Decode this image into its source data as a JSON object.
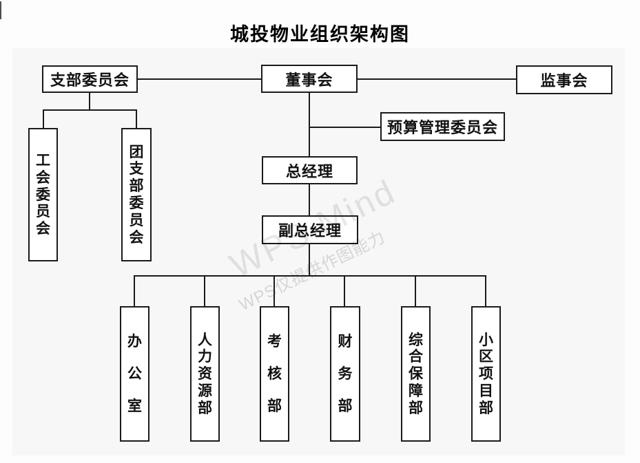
{
  "title": "城投物业组织架构图",
  "watermark": {
    "line1": "WPS Mind",
    "line2": "WPS仅提供作图能力"
  },
  "nodes": {
    "branch_committee": "支部委员会",
    "board": "董事会",
    "supervisory_board": "监事会",
    "budget_committee": "预算管理委员会",
    "general_manager": "总经理",
    "deputy_general_manager": "副总经理",
    "union_committee": "工会委员会",
    "youth_league_branch_committee": "团支部委员会",
    "departments": [
      "办公室",
      "人力资源部",
      "考核部",
      "财务部",
      "综合保障部",
      "小区项目部"
    ]
  },
  "colors": {
    "line": "#1a1a1a",
    "box_border": "#1a1a1a",
    "box_fill": "#ffffff",
    "canvas_bg": "#f7f7f7",
    "page_bg": "#fdfdfd",
    "watermark_gray": "#d9d9d9"
  }
}
